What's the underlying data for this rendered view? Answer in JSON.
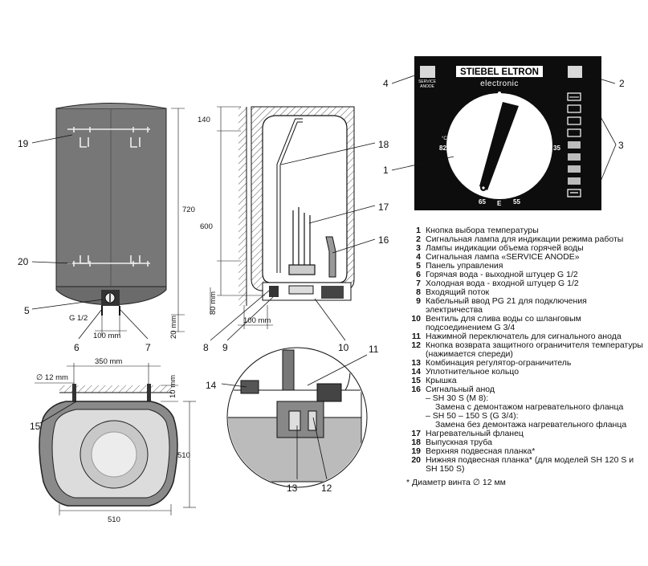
{
  "panel": {
    "brand": "STIEBEL ELTRON",
    "subbrand": "electronic",
    "service_label_1": "SERVICE",
    "service_label_2": "ANODE",
    "deg_label": "°C",
    "t82": "82",
    "t35": "35",
    "t65": "65",
    "tE": "E",
    "t55": "55",
    "callout_4": "4",
    "callout_2": "2",
    "callout_3": "3",
    "callout_1": "1"
  },
  "front_view": {
    "callout_19": "19",
    "callout_20": "20",
    "callout_5": "5",
    "callout_6": "6",
    "callout_7": "7",
    "dim_720": "720",
    "dim_20mm": "20 mm",
    "dim_g12": "G 1/2",
    "dim_100mm": "100 mm"
  },
  "section_view": {
    "dim_140": "140",
    "dim_600": "600",
    "dim_80mm": "80 mm",
    "dim_100mm": "100 mm",
    "callout_18": "18",
    "callout_17": "17",
    "callout_16": "16",
    "callout_8": "8",
    "callout_9": "9",
    "callout_10": "10"
  },
  "detail_view": {
    "callout_11": "11",
    "callout_14": "14",
    "callout_13": "13",
    "callout_12": "12"
  },
  "top_view": {
    "dim_350mm": "350 mm",
    "dim_12mm": "∅ 12 mm",
    "dim_10mm": "10 mm",
    "dim_510_side": "510",
    "dim_510_bottom": "510",
    "callout_15": "15"
  },
  "legend": {
    "items": [
      {
        "num": "1",
        "text": "Кнопка выбора температуры"
      },
      {
        "num": "2",
        "text": "Сигнальная лампа для индикации режима работы"
      },
      {
        "num": "3",
        "text": "Лампы индикации объема горячей воды"
      },
      {
        "num": "4",
        "text": "Сигнальная лампа «SERVICE ANODE»"
      },
      {
        "num": "5",
        "text": "Панель управления"
      },
      {
        "num": "6",
        "text": "Горячая вода - выходной штуцер G 1/2"
      },
      {
        "num": "7",
        "text": "Холодная вода - входной штуцер G 1/2"
      },
      {
        "num": "8",
        "text": "Входящий поток"
      },
      {
        "num": "9",
        "text": "Кабельный ввод PG 21 для подключения электричества"
      },
      {
        "num": "10",
        "text": "Вентиль для слива воды со шланговым подсоединением G 3/4"
      },
      {
        "num": "11",
        "text": "Нажимной переключатель для сигнального анода"
      },
      {
        "num": "12",
        "text": "Кнопка возврата защитного ограничителя температуры (нажимается спереди)"
      },
      {
        "num": "13",
        "text": "Комбинация регулятор-ограничитель"
      },
      {
        "num": "14",
        "text": "Уплотнительное кольцо"
      },
      {
        "num": "15",
        "text": "Крышка"
      },
      {
        "num": "16",
        "text": "Сигнальный анод"
      }
    ],
    "anode_sub": [
      {
        "head": "– SH 30 S (M 8):",
        "text": "Замена с демонтажом нагревательного фланца"
      },
      {
        "head": "– SH 50 – 150 S (G 3/4):",
        "text": "Замена без демонтажа нагревательного фланца"
      }
    ],
    "items_tail": [
      {
        "num": "17",
        "text": "Нагревательный фланец"
      },
      {
        "num": "18",
        "text": "Выпускная труба"
      },
      {
        "num": "19",
        "text": "Верхняя подвесная планка*"
      },
      {
        "num": "20",
        "text": "Нижняя подвесная планка* (для моделей SH 120 S и SH 150 S)"
      }
    ],
    "footnote": "* Диаметр винта ∅ 12 мм"
  }
}
